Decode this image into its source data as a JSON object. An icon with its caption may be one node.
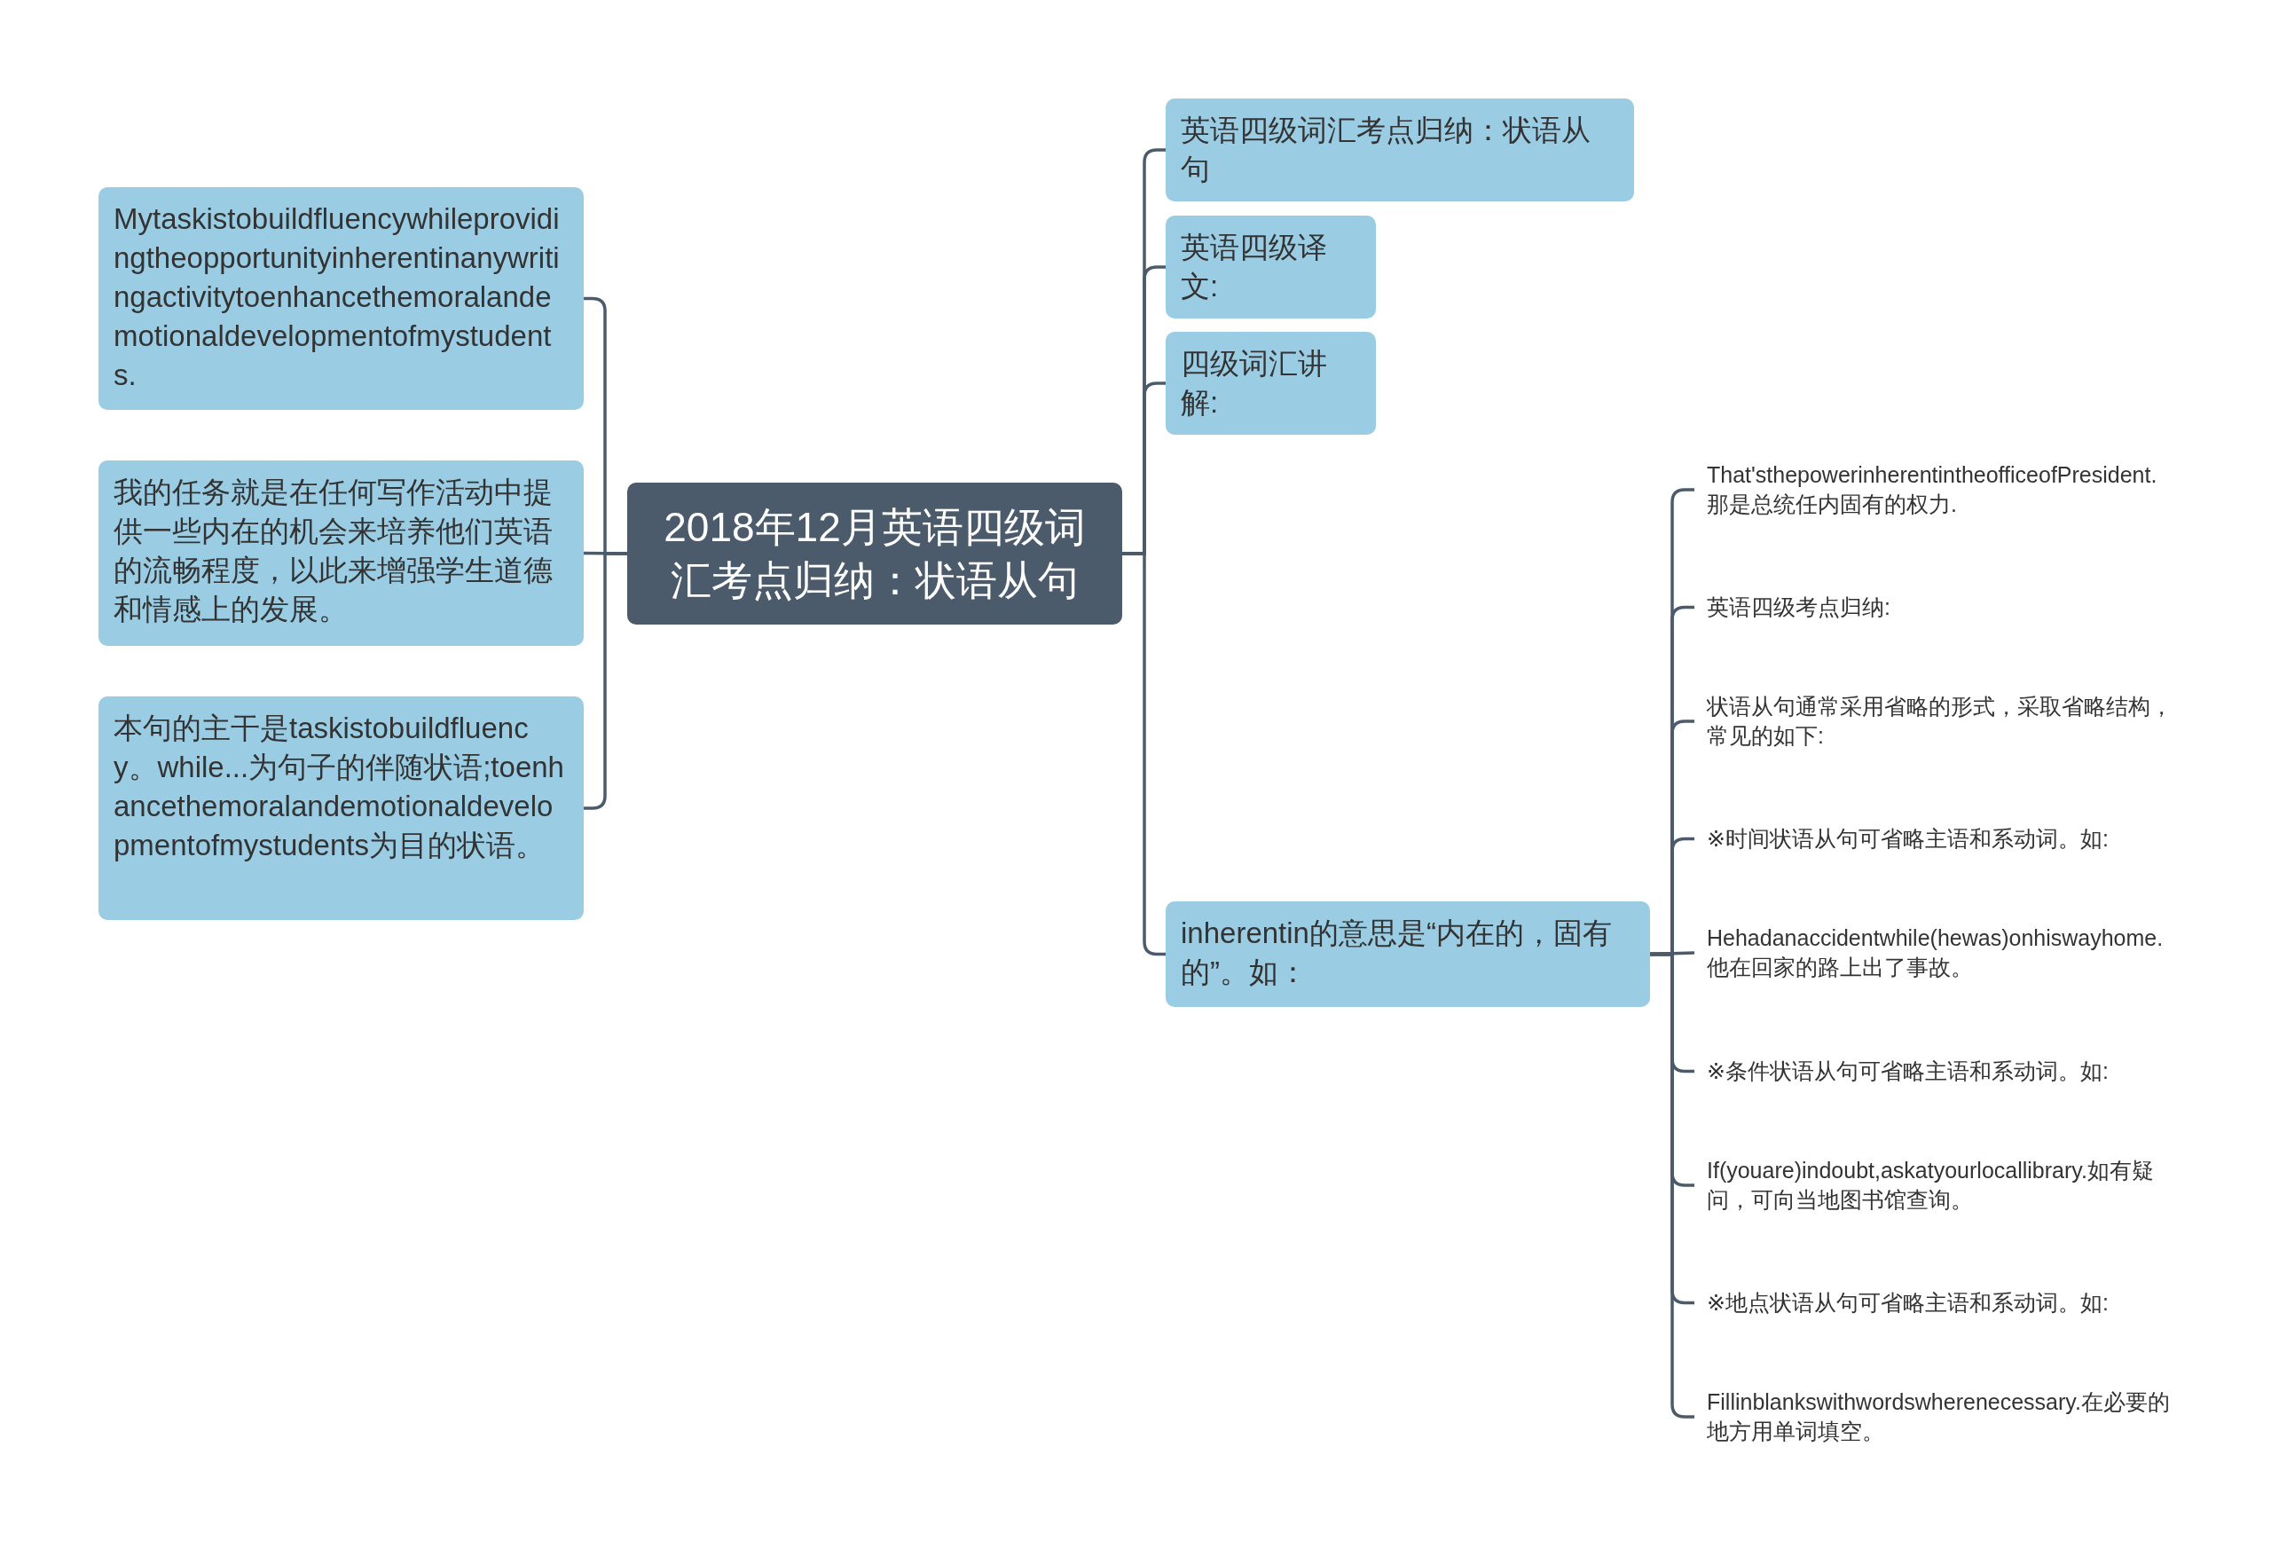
{
  "diagram": {
    "nodes": [
      {
        "text": [
          "2018年12月英语四级词汇考点归纳：状语从句"
        ]
      },
      {
        "text": [
          "Mytaskistobuildfluencywhileprovidingtheopportunityinherentinanywritingactivitytoenhancethemoralandemotionaldevelopmentofmystudents."
        ]
      },
      {
        "text": [
          "我的任务就是在任何写作活动中提供一些内在的机会来培养他们英语的流畅程度，以此来增强学生道德和情感上的发展。"
        ]
      },
      {
        "text": [
          "本句的主干是taskistobuildfluency。while...为句子的伴随状语;toenhancethemoralandemotionaldevelopmentofmystudents为目的状语。"
        ]
      },
      {
        "text": [
          "英语四级词汇考点归纳：状语从句"
        ]
      },
      {
        "text": [
          "英语四级译文:"
        ]
      },
      {
        "text": [
          "四级词汇讲解:"
        ]
      },
      {
        "text": [
          "inherentin的意思是“内在的，固有的”。如："
        ]
      },
      {
        "text": [
          "That'sthepowerinherentintheofficeofPresident.那是总统任内固有的权力."
        ]
      },
      {
        "text": [
          "英语四级考点归纳:"
        ]
      },
      {
        "text": [
          "状语从句通常采用省略的形式，采取省略结构，常见的如下:"
        ]
      },
      {
        "text": [
          "※时间状语从句可省略主语和系动词。如:"
        ]
      },
      {
        "text": [
          "Hehadanaccidentwhile(hewas)onhiswayhome.他在回家的路上出了事故。"
        ]
      },
      {
        "text": [
          "※条件状语从句可省略主语和系动词。如:"
        ]
      },
      {
        "text": [
          "If(youare)indoubt,askatyourlocallibrary.如有疑问，可向当地图书馆查询。"
        ]
      },
      {
        "text": [
          "※地点状语从句可省略主语和系动词。如:"
        ]
      },
      {
        "text": [
          "Fillinblankswithwordswherenecessary.在必要的地方用单词填空。"
        ]
      }
    ],
    "edges": [
      {
        "from": 0,
        "to": 1,
        "arrow": "none"
      },
      {
        "from": 0,
        "to": 2,
        "arrow": "none"
      },
      {
        "from": 0,
        "to": 3,
        "arrow": "none"
      },
      {
        "from": 0,
        "to": 4,
        "arrow": "none"
      },
      {
        "from": 0,
        "to": 5,
        "arrow": "none"
      },
      {
        "from": 0,
        "to": 6,
        "arrow": "none"
      },
      {
        "from": 0,
        "to": 7,
        "arrow": "none"
      },
      {
        "from": 7,
        "to": 8,
        "arrow": "none"
      },
      {
        "from": 7,
        "to": 9,
        "arrow": "none"
      },
      {
        "from": 7,
        "to": 10,
        "arrow": "none"
      },
      {
        "from": 7,
        "to": 11,
        "arrow": "none"
      },
      {
        "from": 7,
        "to": 12,
        "arrow": "none"
      },
      {
        "from": 7,
        "to": 13,
        "arrow": "none"
      },
      {
        "from": 7,
        "to": 14,
        "arrow": "none"
      },
      {
        "from": 7,
        "to": 15,
        "arrow": "none"
      },
      {
        "from": 7,
        "to": 16,
        "arrow": "none"
      }
    ]
  }
}
